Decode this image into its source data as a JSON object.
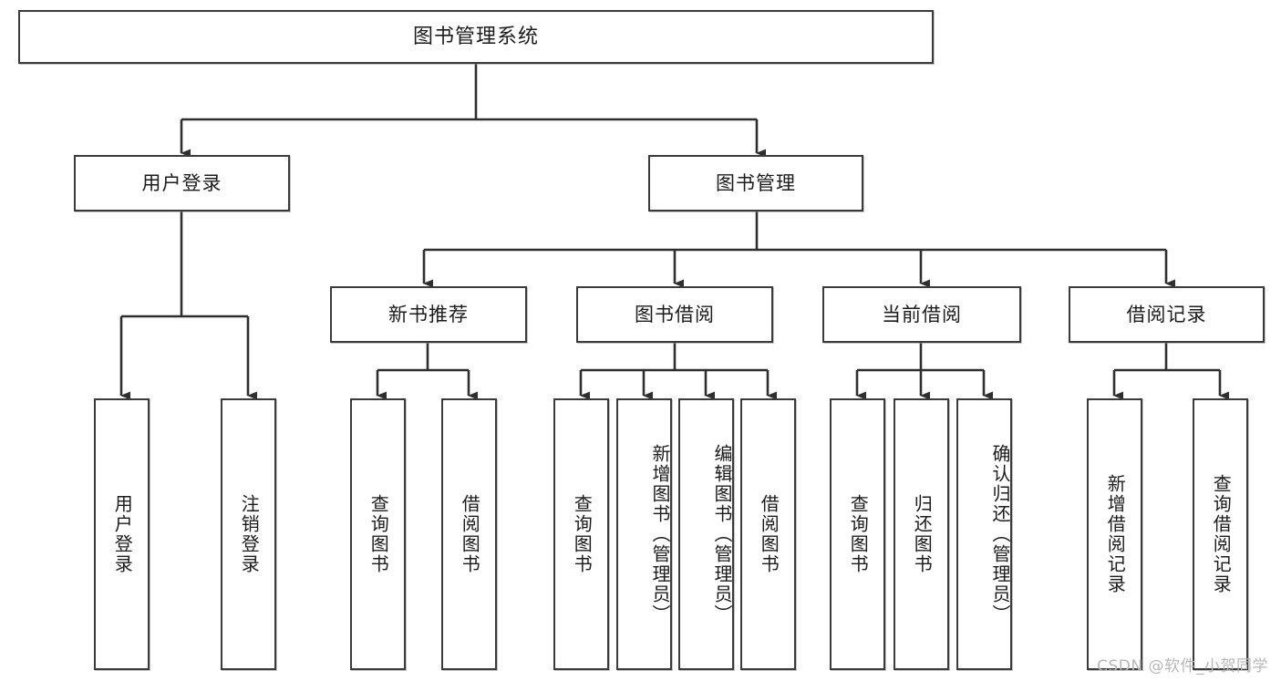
{
  "diagram": {
    "title": "图书管理系统",
    "type": "tree-hierarchy",
    "watermark": "CSDN @软件_小贺同学",
    "nodes": {
      "root": {
        "label": "图书管理系统"
      },
      "level2": [
        {
          "id": "user-login",
          "label": "用户登录"
        },
        {
          "id": "book-manage",
          "label": "图书管理"
        }
      ],
      "level3": [
        {
          "id": "new-book-recommend",
          "label": "新书推荐"
        },
        {
          "id": "book-borrow",
          "label": "图书借阅"
        },
        {
          "id": "current-borrow",
          "label": "当前借阅"
        },
        {
          "id": "borrow-record",
          "label": "借阅记录"
        }
      ],
      "leaves": {
        "user-login": [
          {
            "id": "leaf-user-login",
            "label": "用户登录"
          },
          {
            "id": "leaf-user-logout",
            "label": "注销登录"
          }
        ],
        "new-book-recommend": [
          {
            "id": "leaf-query-book-1",
            "label": "查询图书"
          },
          {
            "id": "leaf-borrow-book-1",
            "label": "借阅图书"
          }
        ],
        "book-borrow": [
          {
            "id": "leaf-query-book-2",
            "label": "查询图书"
          },
          {
            "id": "leaf-add-book-admin",
            "label": "新增图书（管理员）"
          },
          {
            "id": "leaf-edit-book-admin",
            "label": "编辑图书（管理员）"
          },
          {
            "id": "leaf-borrow-book-2",
            "label": "借阅图书"
          }
        ],
        "current-borrow": [
          {
            "id": "leaf-query-book-3",
            "label": "查询图书"
          },
          {
            "id": "leaf-return-book",
            "label": "归还图书"
          },
          {
            "id": "leaf-confirm-return-admin",
            "label": "确认归还（管理员）"
          }
        ],
        "borrow-record": [
          {
            "id": "leaf-add-borrow-record",
            "label": "新增借阅记录"
          },
          {
            "id": "leaf-query-borrow-record",
            "label": "查询借阅记录"
          }
        ]
      }
    },
    "colors": {
      "border": "#3b3b3b",
      "line": "#2f2f2f",
      "text": "#1b1b1b",
      "background": "#ffffff",
      "watermark": "#b7b7b7"
    }
  }
}
